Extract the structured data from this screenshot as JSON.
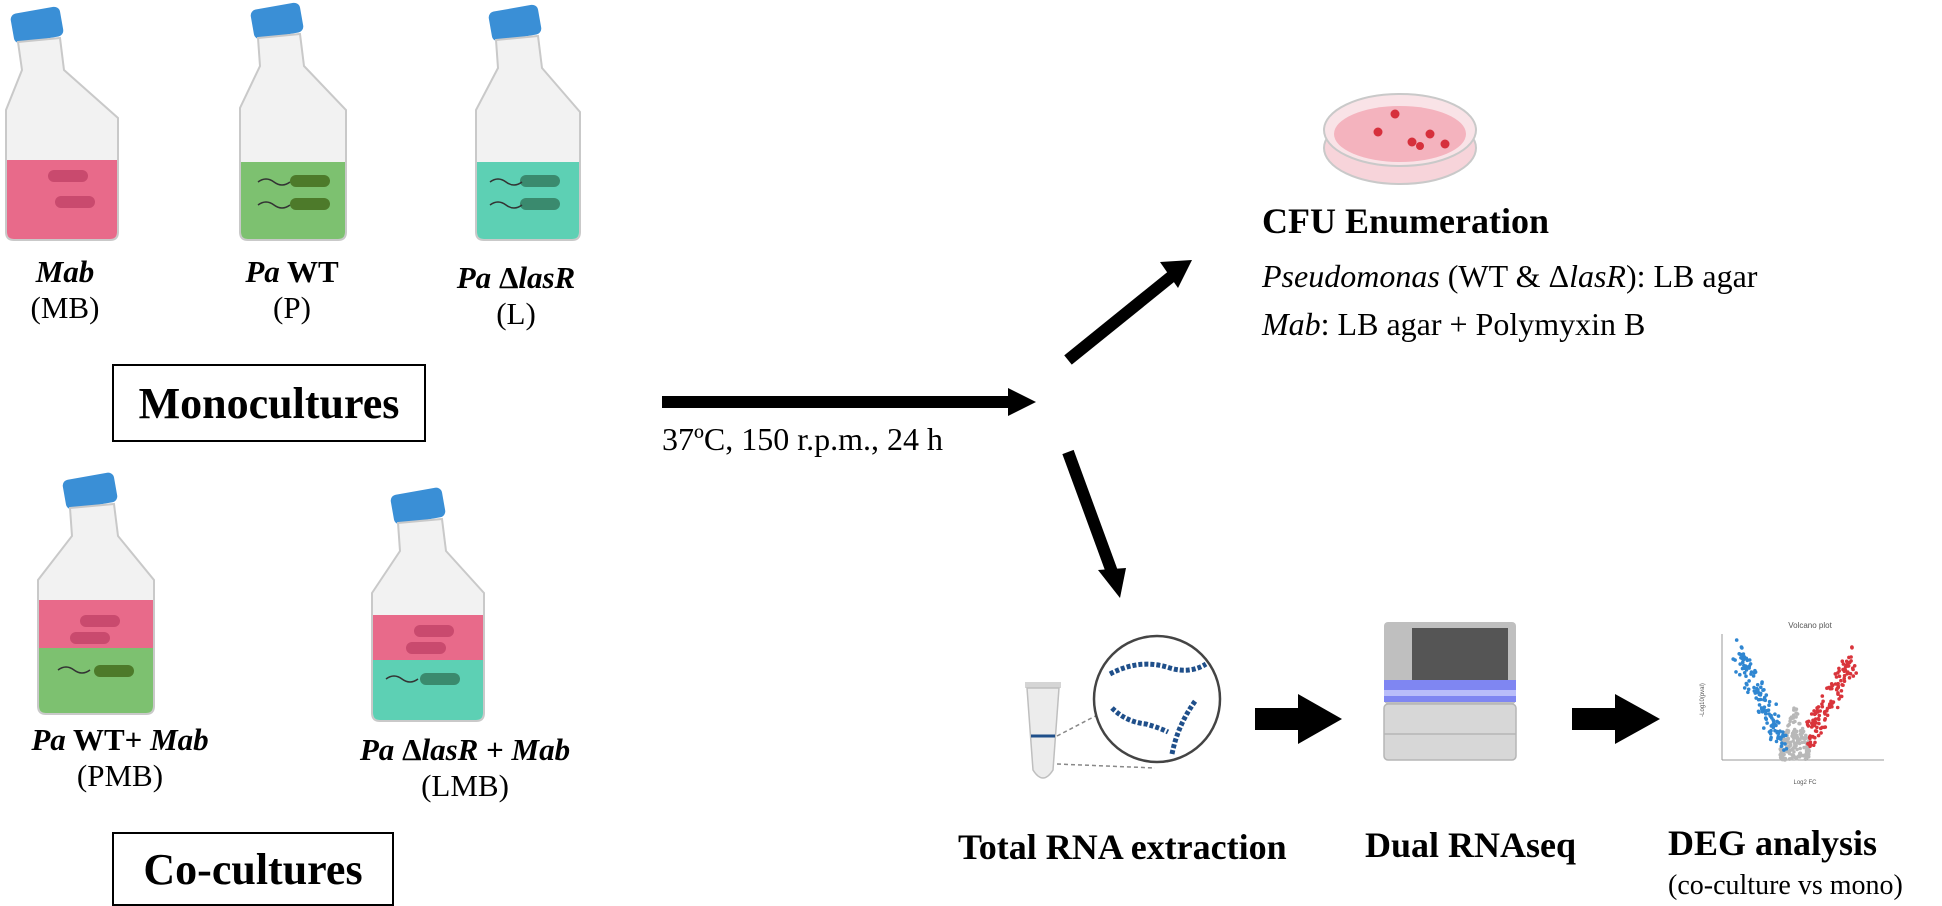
{
  "flasks": {
    "mab": {
      "name": "Mab",
      "code": "(MB)",
      "fill": "#e86a8a"
    },
    "pawt": {
      "name_italic": "Pa",
      "name_rest": " WT",
      "code": "(P)",
      "fill": "#7dc170"
    },
    "palasr": {
      "name_italic": "Pa",
      "delta": " Δ",
      "name_gene": "lasR",
      "code": "(L)",
      "fill": "#5dd0b4"
    },
    "pmb": {
      "name_italic": "Pa",
      "name_mid": " WT+ ",
      "name_italic2": "Mab",
      "code": "(PMB)"
    },
    "lmb": {
      "name_italic": "Pa",
      "delta": " Δ",
      "name_gene": "lasR",
      "name_plus": " + ",
      "name_italic2": "Mab",
      "code": "(LMB)"
    }
  },
  "boxes": {
    "monocultures": "Monocultures",
    "cocultures": "Co-cultures"
  },
  "conditions": "37ºC, 150 r.p.m., 24 h",
  "cfu": {
    "title": "CFU Enumeration",
    "line1_italic": "Pseudomonas",
    "line1_a": " (WT & Δ",
    "line1_gene": "lasR",
    "line1_b": "): LB agar",
    "line2_italic": "Mab",
    "line2_rest": ": LB agar + Polymyxin B"
  },
  "steps": {
    "rna": "Total RNA extraction",
    "seq": "Dual RNAseq",
    "deg": "DEG analysis",
    "deg_sub": "(co-culture vs mono)"
  },
  "volcano": {
    "title": "Volcano plot",
    "xlabel": "Log2 FC",
    "ylabel": "-Log10(pval)"
  },
  "colors": {
    "pink": "#e86a8a",
    "green": "#7dc170",
    "teal": "#5dd0b4",
    "cap": "#3a8fd6",
    "up": "#d9343b",
    "down": "#2f86d1"
  }
}
